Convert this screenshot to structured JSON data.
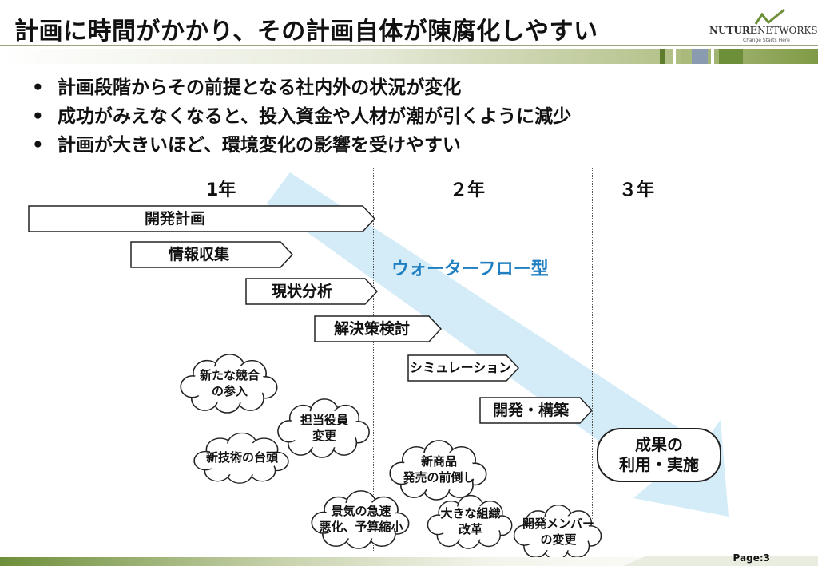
{
  "title": "計画に時間がかかり、その計画自体が陳腐化しやすい",
  "logo": {
    "text_bold": "NUTURE",
    "text_rest": "NETWORKS",
    "tagline": "Change Starts Here"
  },
  "bullets": [
    "計画段階からその前提となる社内外の状況が変化",
    "成功がみえなくなると、投入資金や人材が潮が引くように減少",
    "計画が大きいほど、環境変化の影響を受けやすい"
  ],
  "years": [
    "1年",
    "２年",
    "３年"
  ],
  "waterfall_label": "ウォーターフロー型",
  "steps": [
    "開発計画",
    "情報収集",
    "現状分析",
    "解決策検討",
    "シミュレーション",
    "開発・構築"
  ],
  "outcome": {
    "line1": "成果の",
    "line2": "利用・実施"
  },
  "clouds": [
    {
      "line1": "新たな競合",
      "line2": "の参入"
    },
    {
      "line1": "担当役員",
      "line2": "変更"
    },
    {
      "line1": "新技術の台頭",
      "line2": ""
    },
    {
      "line1": "新商品",
      "line2": "発売の前倒し"
    },
    {
      "line1": "景気の急速",
      "line2": "悪化、予算縮小"
    },
    {
      "line1": "大きな組織",
      "line2": "改革"
    },
    {
      "line1": "開発メンバー",
      "line2": "の変更"
    }
  ],
  "page": "Page:3",
  "colors": {
    "accent_green": "#6e8f3a",
    "arrow_blue": "#d3ecf8",
    "label_blue": "#1f7fc1"
  }
}
